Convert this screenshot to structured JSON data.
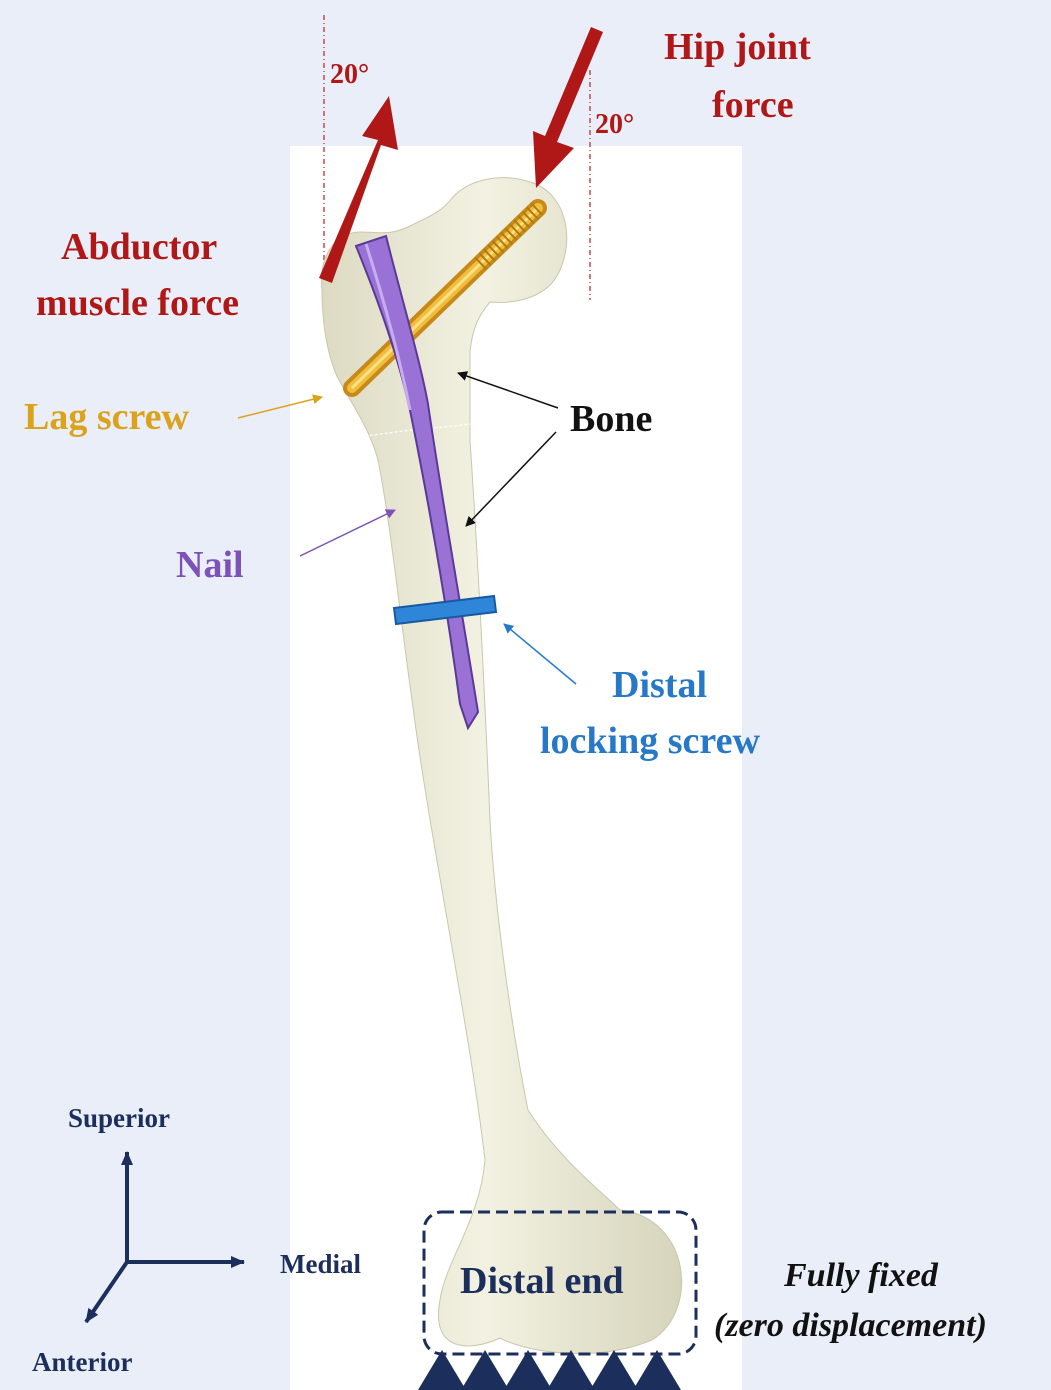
{
  "labels": {
    "angle_left": "20°",
    "angle_right": "20°",
    "hip_joint_force_line1": "Hip joint",
    "hip_joint_force_line2": "force",
    "abductor_line1": "Abductor",
    "abductor_line2": "muscle force",
    "lag_screw": "Lag screw",
    "bone": "Bone",
    "nail": "Nail",
    "distal_locking_line1": "Distal",
    "distal_locking_line2": "locking screw",
    "distal_end": "Distal end",
    "fully_fixed_line1": "Fully fixed",
    "fully_fixed_line2": "(zero displacement)"
  },
  "axes": {
    "superior": "Superior",
    "medial": "Medial",
    "anterior": "Anterior"
  },
  "colors": {
    "force_arrow": "#b01818",
    "lag_screw": "#dba21c",
    "nail": "#7c52b8",
    "distal_screw": "#2878c8",
    "bone": "#ecebd6",
    "axes": "#1c2f5c",
    "background": "#e9eef8"
  },
  "icons": {
    "fixed_support": "triangle-support-icon"
  }
}
